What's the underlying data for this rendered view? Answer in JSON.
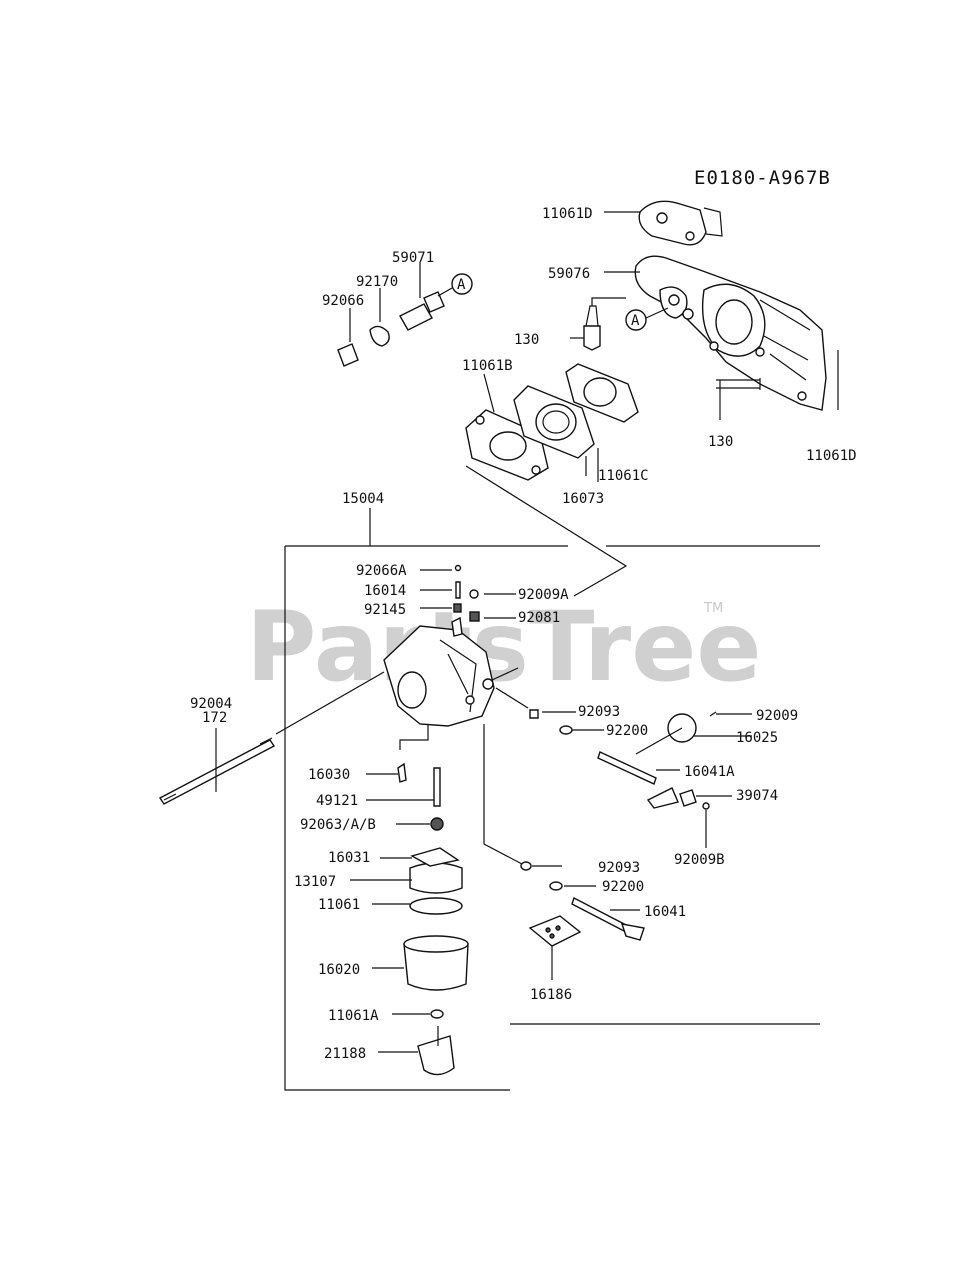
{
  "diagram": {
    "code": "E0180-A967B",
    "watermark": "PartsTree",
    "trademark": "TM",
    "callout_letter": "A"
  },
  "parts": {
    "p11061D_top": "11061D",
    "p59076": "59076",
    "p130_top": "130",
    "p130_right": "130",
    "p11061D_right": "11061D",
    "p59071": "59071",
    "p92170": "92170",
    "p92066": "92066",
    "p11061B": "11061B",
    "p11061C": "11061C",
    "p16073": "16073",
    "p15004": "15004",
    "p92066A": "92066A",
    "p16014": "16014",
    "p92009A": "92009A",
    "p92145": "92145",
    "p92081": "92081",
    "p92004": "92004",
    "p172": "172",
    "p92093_a": "92093",
    "p92200_a": "92200",
    "p92009": "92009",
    "p16025": "16025",
    "p16041A": "16041A",
    "p39074": "39074",
    "p92009B": "92009B",
    "p16030": "16030",
    "p49121": "49121",
    "p92063": "92063/A/B",
    "p16031": "16031",
    "p13107": "13107",
    "p11061": "11061",
    "p92093_b": "92093",
    "p92200_b": "92200",
    "p16041": "16041",
    "p16186": "16186",
    "p16020": "16020",
    "p11061A": "11061A",
    "p21188": "21188"
  }
}
